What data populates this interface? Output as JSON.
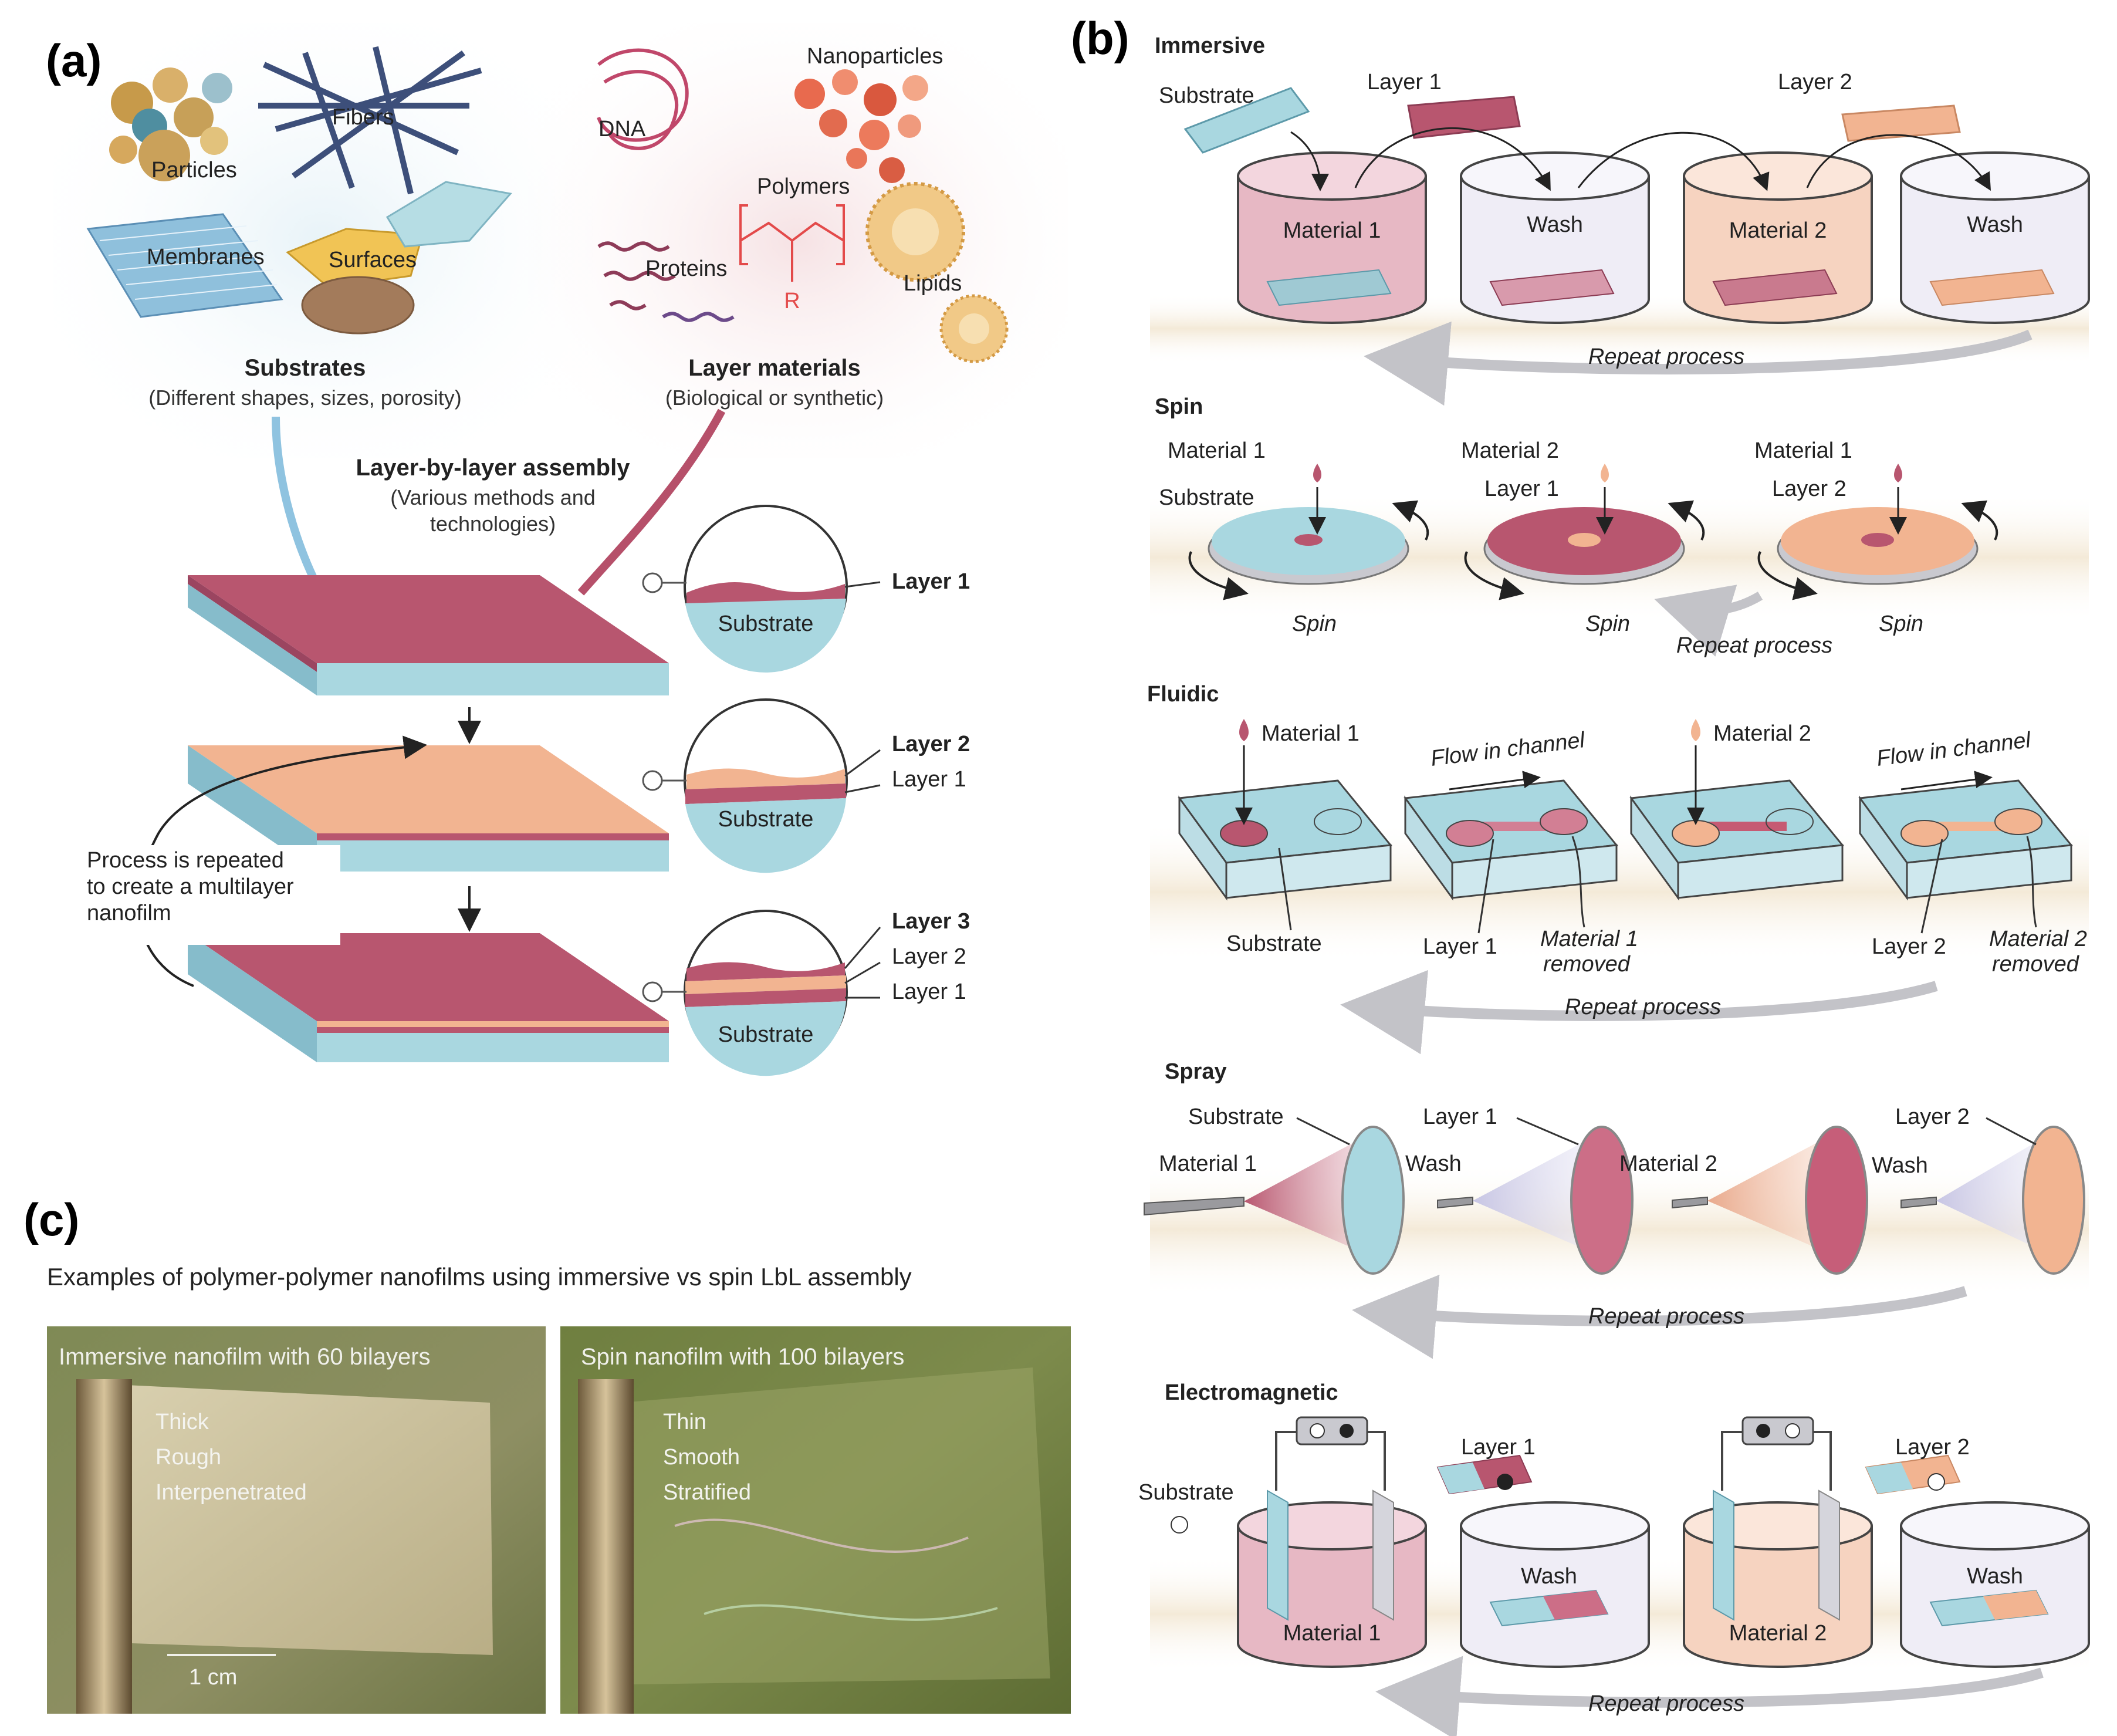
{
  "panel_a": {
    "letter": "(a)",
    "particles": "Particles",
    "fibers": "Fibers",
    "membranes": "Membranes",
    "surfaces": "Surfaces",
    "substrates_title": "Substrates",
    "substrates_sub": "(Different shapes, sizes, porosity)",
    "dna": "DNA",
    "nanoparticles": "Nanoparticles",
    "polymers": "Polymers",
    "r_group": "R",
    "proteins": "Proteins",
    "lipids": "Lipids",
    "materials_title": "Layer materials",
    "materials_sub": "(Biological or synthetic)",
    "assembly_title": "Layer-by-layer assembly",
    "assembly_sub1": "(Various methods and",
    "assembly_sub2": "technologies)",
    "layer1": "Layer 1",
    "layer2": "Layer 2",
    "layer3": "Layer 3",
    "substrate": "Substrate",
    "process1": "Process is repeated",
    "process2": "to create a multilayer",
    "process3": "nanofilm"
  },
  "panel_b": {
    "letter": "(b)",
    "immersive": {
      "title": "Immersive",
      "substrate": "Substrate",
      "layer1": "Layer 1",
      "layer2": "Layer 2",
      "material1": "Material 1",
      "wash": "Wash",
      "material2": "Material 2",
      "repeat": "Repeat process"
    },
    "spin": {
      "title": "Spin",
      "material1": "Material 1",
      "material2": "Material 2",
      "substrate": "Substrate",
      "layer1": "Layer 1",
      "layer2": "Layer 2",
      "spin": "Spin",
      "repeat": "Repeat process"
    },
    "fluidic": {
      "title": "Fluidic",
      "material1": "Material 1",
      "material2": "Material 2",
      "flow": "Flow in channel",
      "substrate": "Substrate",
      "layer1": "Layer 1",
      "layer2": "Layer 2",
      "m1_removed_a": "Material 1",
      "m2_removed_a": "Material 2",
      "removed": "removed",
      "repeat": "Repeat process"
    },
    "spray": {
      "title": "Spray",
      "substrate": "Substrate",
      "material1": "Material 1",
      "wash": "Wash",
      "layer1": "Layer 1",
      "material2": "Material 2",
      "layer2": "Layer 2",
      "repeat": "Repeat process"
    },
    "electro": {
      "title": "Electromagnetic",
      "substrate": "Substrate",
      "layer1": "Layer 1",
      "layer2": "Layer 2",
      "material1": "Material 1",
      "material2": "Material 2",
      "wash": "Wash",
      "repeat": "Repeat process"
    }
  },
  "panel_c": {
    "letter": "(c)",
    "caption": "Examples of polymer-polymer nanofilms using immersive vs spin LbL assembly",
    "left_title": "Immersive nanofilm with 60 bilayers",
    "left_l1": "Thick",
    "left_l2": "Rough",
    "left_l3": "Interpenetrated",
    "scale": "1 cm",
    "right_title": "Spin nanofilm with 100 bilayers",
    "right_l1": "Thin",
    "right_l2": "Smooth",
    "right_l3": "Stratified"
  },
  "colors": {
    "substrate_blue": "#a9d7e0",
    "layer_red": "#b8566f",
    "layer_peach": "#f2b491",
    "wash_lilac": "#e3dff0"
  }
}
